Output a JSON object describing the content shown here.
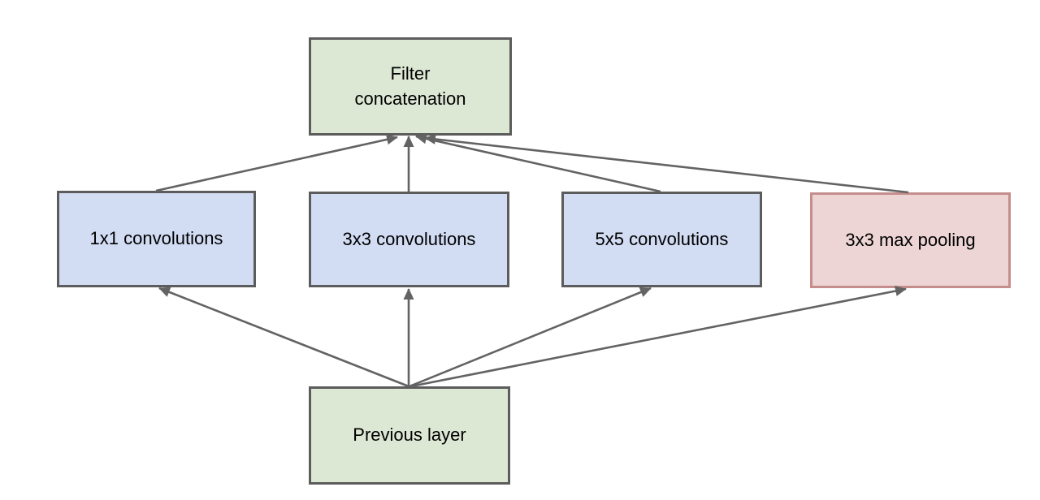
{
  "diagram": {
    "background_color": "#ffffff",
    "edge_color": "#636363",
    "text_color": "#000000",
    "nodes": [
      {
        "id": "filter_concat",
        "label": "Filter concatenation",
        "fill": "#dde8d4",
        "border": "#5c5c5c"
      },
      {
        "id": "conv1x1",
        "label": "1x1 convolutions",
        "fill": "#d2dcf3",
        "border": "#5c5c5c"
      },
      {
        "id": "conv3x3",
        "label": "3x3 convolutions",
        "fill": "#d2dcf3",
        "border": "#5c5c5c"
      },
      {
        "id": "conv5x5",
        "label": "5x5 convolutions",
        "fill": "#d2dcf3",
        "border": "#5c5c5c"
      },
      {
        "id": "maxpool",
        "label": "3x3 max pooling",
        "fill": "#edd5d5",
        "border": "#c68d8d"
      },
      {
        "id": "prev",
        "label": "Previous layer",
        "fill": "#dde8d4",
        "border": "#5c5c5c"
      }
    ],
    "edges": [
      {
        "from": "conv1x1",
        "to": "filter_concat"
      },
      {
        "from": "conv3x3",
        "to": "filter_concat"
      },
      {
        "from": "conv5x5",
        "to": "filter_concat"
      },
      {
        "from": "maxpool",
        "to": "filter_concat"
      },
      {
        "from": "prev",
        "to": "conv1x1"
      },
      {
        "from": "prev",
        "to": "conv3x3"
      },
      {
        "from": "prev",
        "to": "conv5x5"
      },
      {
        "from": "prev",
        "to": "maxpool"
      }
    ]
  }
}
